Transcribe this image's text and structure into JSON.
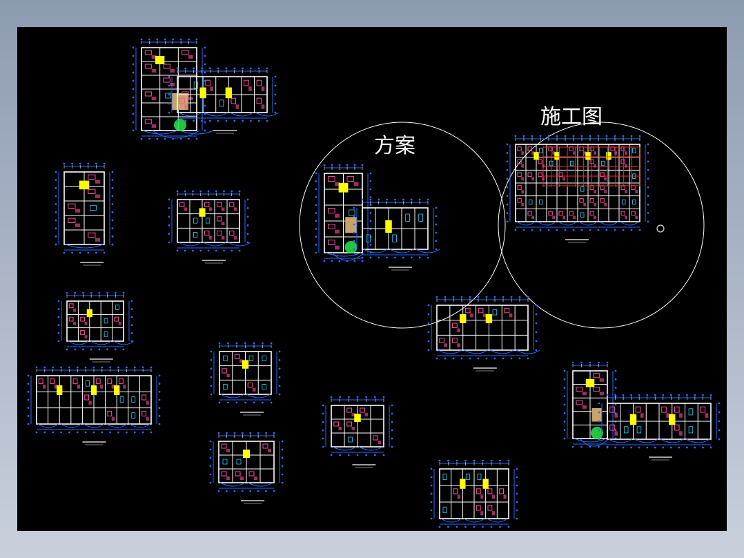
{
  "annotations": {
    "scheme_label": "方案",
    "construction_label": "施工图"
  },
  "colors": {
    "background": "#000000",
    "wall": "#ffffff",
    "dimension": "#2a6cff",
    "room_fill": "#ff4fa3",
    "core": "#ffff00",
    "plants": "#27e84a",
    "grid": "#ff2a2a",
    "accent_cyan": "#27d7ff",
    "floor_tan": "#c8a46a"
  },
  "drawings": [
    {
      "name": "plan-topleft-lshape",
      "type": "L"
    },
    {
      "name": "plan-left-vertical",
      "type": "V"
    },
    {
      "name": "plan-small-top-center",
      "type": "R"
    },
    {
      "name": "plan-scheme-circle",
      "type": "L"
    },
    {
      "name": "plan-construction-circle",
      "type": "G"
    },
    {
      "name": "plan-left-mid-small",
      "type": "R"
    },
    {
      "name": "plan-center-mid",
      "type": "R"
    },
    {
      "name": "plan-right-mid",
      "type": "R"
    },
    {
      "name": "plan-left-long",
      "type": "R"
    },
    {
      "name": "plan-center-lower",
      "type": "R"
    },
    {
      "name": "plan-center-bottom-small",
      "type": "R"
    },
    {
      "name": "plan-right-bottom-lshape",
      "type": "L"
    },
    {
      "name": "plan-left-bottom-small",
      "type": "R"
    },
    {
      "name": "plan-bottom-center-right",
      "type": "R"
    }
  ]
}
